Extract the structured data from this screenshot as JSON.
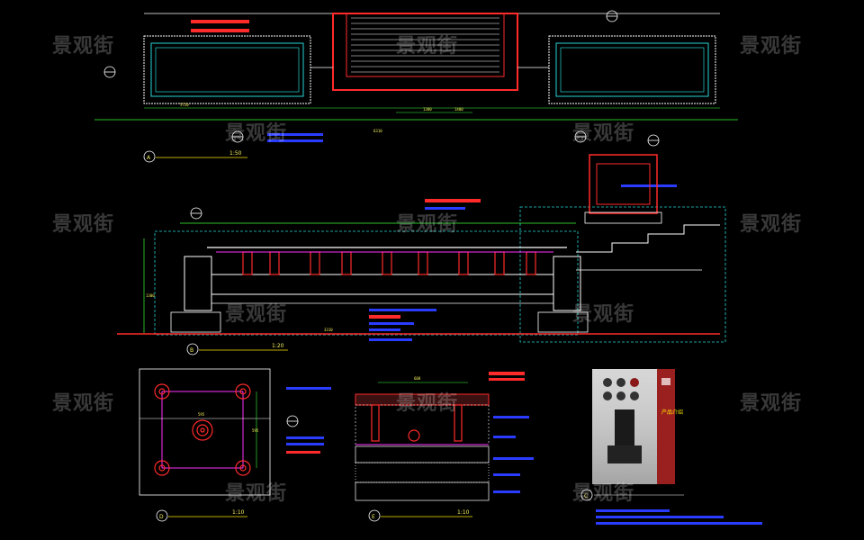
{
  "watermark": "景观街",
  "drawings": {
    "a": {
      "letter": "A",
      "scale": "1:50"
    },
    "b": {
      "letter": "B",
      "scale": "1:20"
    },
    "c": {
      "letter": "C"
    },
    "d": {
      "letter": "D",
      "scale": "1:10"
    },
    "e": {
      "letter": "E",
      "scale": "1:10"
    }
  },
  "dimensions": {
    "overall_width": "6310",
    "plan_segment_1": "5720",
    "plan_segment_2": "1380",
    "plan_segment_3": "1400",
    "plan_detail_d": "595",
    "plan_detail_d_vert": "595",
    "section_e_width": "600",
    "section_b_span": "3310",
    "section_b_height": "1300"
  },
  "photo": {
    "caption": "产品介绍"
  },
  "colors": {
    "background": "#000000",
    "cad_white": "#ffffff",
    "cad_red": "#ff2a2a",
    "cad_blue": "#2a3cff",
    "cad_cyan": "#29d4d4",
    "cad_green": "#3cff3c",
    "cad_yellow": "#f5f05a",
    "cad_magenta": "#ff30ff"
  }
}
